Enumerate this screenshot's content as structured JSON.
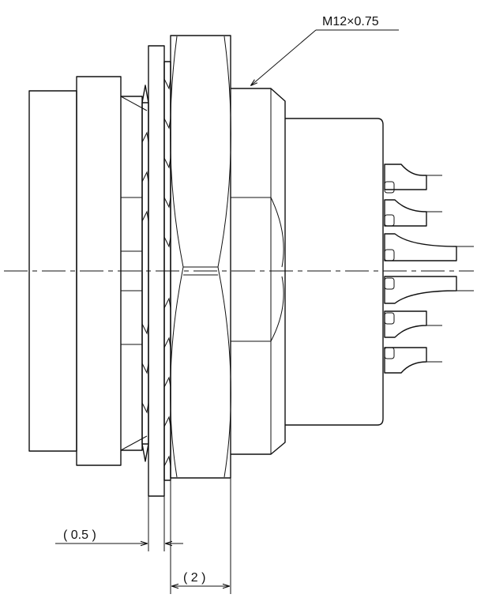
{
  "drawing": {
    "callout_label": "M12×0.75",
    "dim_half": "( 0.5 )",
    "dim_two": "( 2 )"
  }
}
